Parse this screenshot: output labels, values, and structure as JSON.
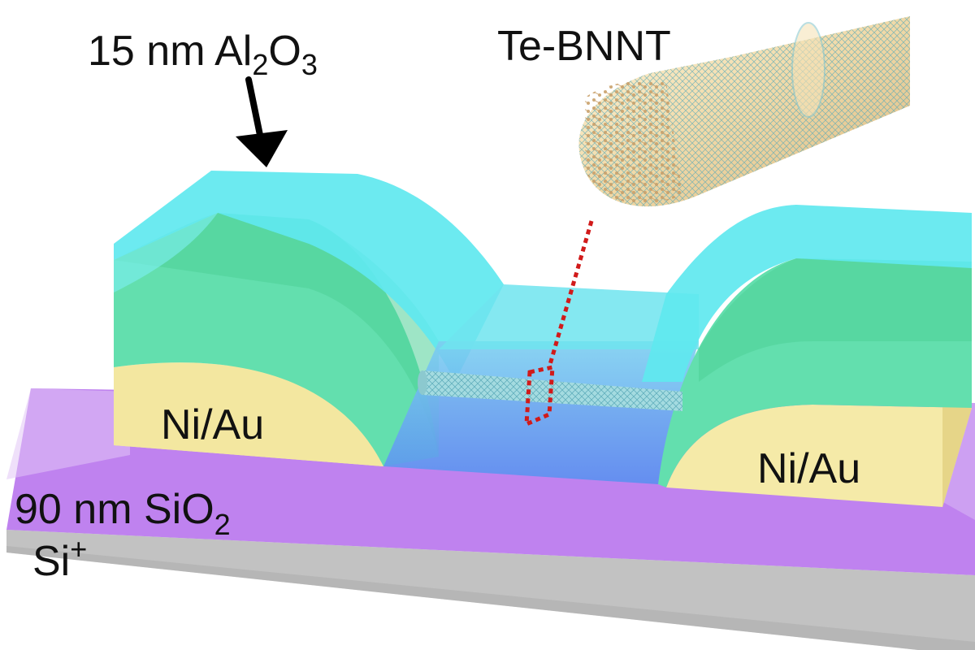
{
  "labels": {
    "oxide_top": {
      "main": "15 nm Al",
      "sub1": "2",
      "mid": "O",
      "sub2": "3"
    },
    "nanotube": "Te-BNNT",
    "contact_left": "Ni/Au",
    "contact_right": "Ni/Au",
    "oxide_bottom": {
      "main": "90 nm SiO",
      "sub": "2"
    },
    "substrate": {
      "main": "Si",
      "sup": "+"
    }
  },
  "colors": {
    "alumina": "#5fe8ef",
    "green_layer": "#63dfae",
    "nickel_gold": "#f5eaa8",
    "silicon_dioxide": "#c283f0",
    "silicon": "#bdbdbd",
    "channel": "#66a8f0",
    "tube": "#9fd8dc",
    "tellurium_chain": "#e2bf86",
    "zoom_marker": "#d11a1a"
  },
  "icons": [
    "arrow-down-icon"
  ]
}
